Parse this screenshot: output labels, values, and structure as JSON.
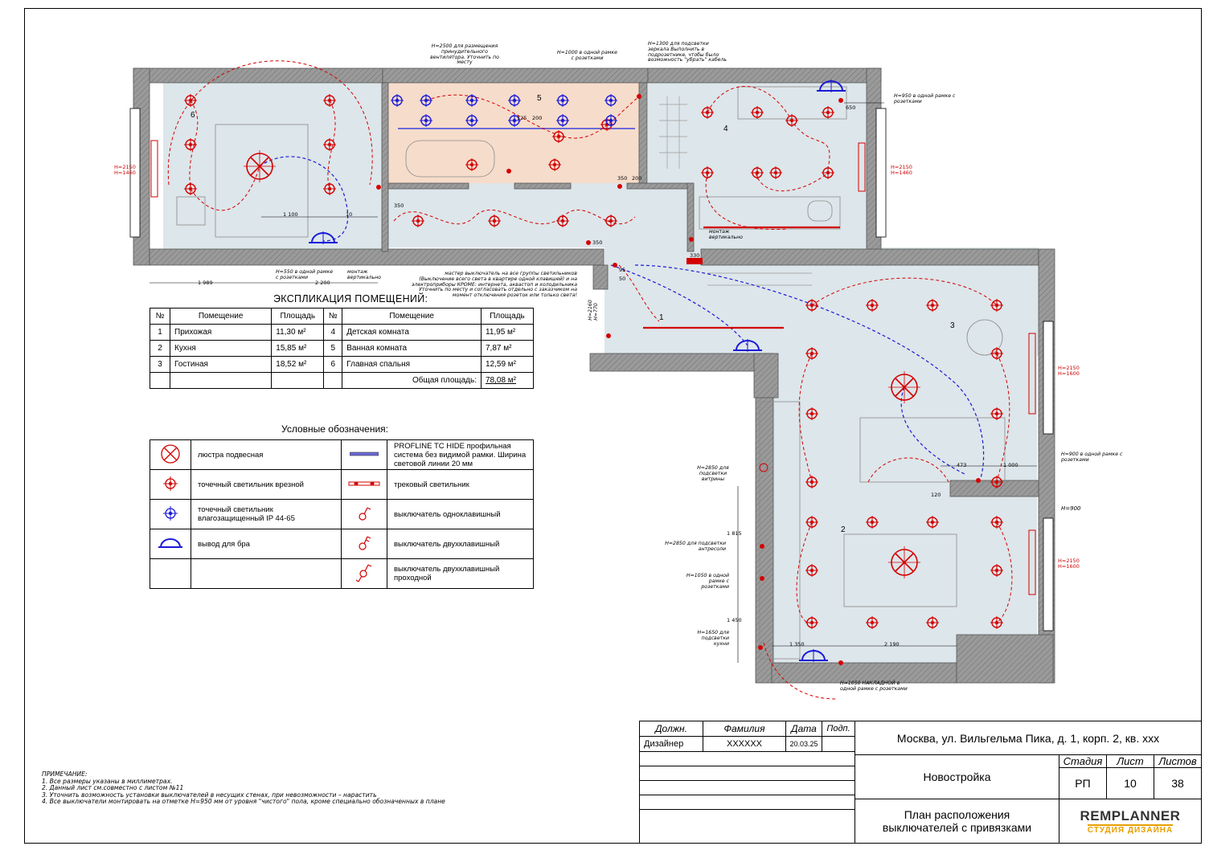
{
  "explication": {
    "title": "ЭКСПЛИКАЦИЯ ПОМЕЩЕНИЙ:",
    "headers": [
      "№",
      "Помещение",
      "Площадь",
      "№",
      "Помещение",
      "Площадь"
    ],
    "rows": [
      [
        "1",
        "Прихожая",
        "11,30 м²",
        "4",
        "Детская комната",
        "11,95 м²"
      ],
      [
        "2",
        "Кухня",
        "15,85 м²",
        "5",
        "Ванная комната",
        "7,87 м²"
      ],
      [
        "3",
        "Гостиная",
        "18,52 м²",
        "6",
        "Главная спальня",
        "12,59 м²"
      ]
    ],
    "total_label": "Общая площадь:",
    "total_value": "78,08 м²"
  },
  "legend": {
    "title": "Условные обозначения:",
    "items": [
      {
        "icon": "chandelier-icon",
        "label": "люстра подвесная"
      },
      {
        "icon": "profile-line-icon",
        "label": "PROFLINE TC HIDE профильная система без видимой рамки. Ширина световой линии 20 мм"
      },
      {
        "icon": "recessed-spot-icon",
        "label": "точечный светильник врезной"
      },
      {
        "icon": "track-light-icon",
        "label": "трековый светильник"
      },
      {
        "icon": "waterproof-spot-icon",
        "label": "точечный светильник влагозащищенный IP 44-65"
      },
      {
        "icon": "single-switch-icon",
        "label": "выключатель одноклавишный"
      },
      {
        "icon": "sconce-outlet-icon",
        "label": "вывод для бра"
      },
      {
        "icon": "double-switch-icon",
        "label": "выключатель двухклавишный"
      },
      {
        "icon": "empty",
        "label": ""
      },
      {
        "icon": "pass-switch-icon",
        "label": "выключатель двухклавишный проходной"
      }
    ]
  },
  "notes": {
    "title": "ПРИМЕЧАНИЕ:",
    "lines": [
      "1. Все размеры указаны в миллиметрах.",
      "2. Данный лист см.совместно с листом №11",
      "3. Уточнить возможность установки выключателей в несущих стенах, при невозможности – нарастить",
      "4. Все выключатели монтировать на отметке Н=950 мм от уровня \"чистого\" пола, кроме специально обозначенных в плане"
    ]
  },
  "stamp": {
    "col_headers": [
      "Должн.",
      "Фамилия",
      "Дата",
      "Подп."
    ],
    "role": "Дизайнер",
    "surname": "XXXXXX",
    "date": "20.03.25",
    "address": "Москва, ул. Вильгельма Пика, д. 1, корп. 2, кв. xxx",
    "stage_header": "Стадия",
    "sheet_header": "Лист",
    "sheets_header": "Листов",
    "stage": "РП",
    "sheet": "10",
    "sheets": "38",
    "building": "Новостройка",
    "drawing_title": "План расположения выключателей с привязками",
    "logo_main": "REMPLANNER",
    "logo_sub": "СТУДИЯ ДИЗАЙНА"
  },
  "plan": {
    "room_numbers": [
      "1",
      "2",
      "3",
      "4",
      "5",
      "6"
    ],
    "annotations": {
      "fan": "Н=2500 для размещения принудительного вентилятора. Уточнить по месту",
      "h1000": "Н=1000 в одной рамке с розетками",
      "mirror": "Н=1300 для подсветки зеркала Выполнить в подрозетнике, чтобы было возможность \"убрать\" кабель",
      "h950": "Н=950 в одной рамке с розетками",
      "h550": "Н=550 в одной рамке с розетками",
      "vertical": "монтаж вертикально",
      "vertical2": "монтаж вертикально",
      "master": "мастер выключатель на все группы светильников (Выключение всего света в квартире одной клавишей) и на электроприборы КРОМЕ: интернета, аквастоп и холодильника Уточнить по месту и согласовать отдельно с заказчиком на момент отключения розеток или только света!",
      "h2160": "Н=2160 Н=770",
      "h900a": "Н=900 в одной рамке с розетками",
      "h900": "Н=900",
      "h2850a": "Н=2850 для подсветки витрины",
      "h2850b": "Н=2850 для подсветки антресоли",
      "h1050": "Н=1050 в одной рамке с розетками",
      "h1650": "Н=1650 для подсветки кухни",
      "h1050n": "Н=1050 НАКЛАДНОЙ в одной рамке с розетками"
    },
    "dimensions": [
      "1 989",
      "2 200",
      "1 100",
      "10",
      "350",
      "125",
      "200",
      "350",
      "200",
      "350",
      "330",
      "650",
      "95",
      "50",
      "473",
      "1 000",
      "120",
      "1 350",
      "2 190",
      "1 815",
      "1 450",
      "Н=2150 Н=1460",
      "Н=2150 Н=1460",
      "Н=2150 Н=1600",
      "Н=2150 Н=1600"
    ]
  },
  "colors": {
    "accent_red": "#d40000",
    "accent_blue": "#1a1ad8",
    "wall": "#8f8f8f",
    "room_fill": "#dde6ea",
    "bath_fill": "#f6dccb"
  }
}
